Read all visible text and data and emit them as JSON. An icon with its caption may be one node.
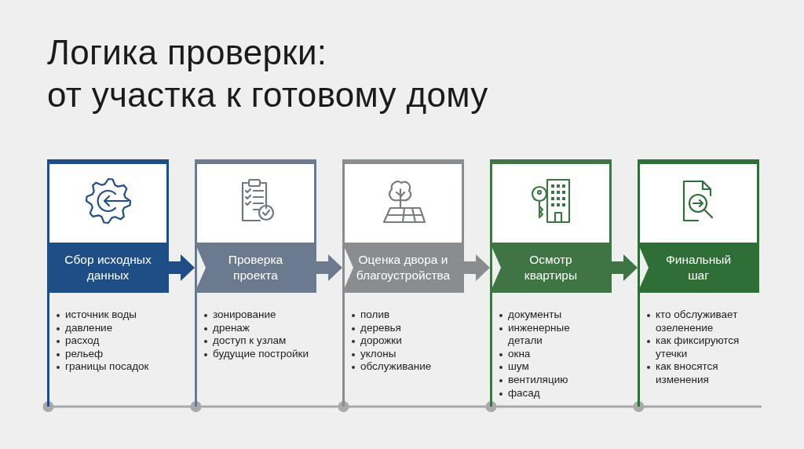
{
  "diagram": {
    "title": "Логика проверки: от участка к готовому дому",
    "nodes": [
      {
        "text": [
          "Сбор исходных данных",
          "источник воды",
          "давление",
          "расход",
          "рельеф",
          "границы посадок"
        ]
      },
      {
        "text": [
          "Проверка проекта",
          "зонирование",
          "дренаж",
          "доступ к узлам",
          "будущие постройки"
        ]
      },
      {
        "text": [
          "Оценка двора и благоустройства",
          "полив",
          "деревья",
          "дорожки",
          "уклоны",
          "обслуживание"
        ]
      },
      {
        "text": [
          "Осмотр квартиры",
          "документы",
          "инженерные детали",
          "окна",
          "шум",
          "вентиляцию",
          "фасад"
        ]
      },
      {
        "text": [
          "Финальный шаг",
          "кто обслуживает озеленение",
          "как фиксируются утечки",
          "как вносятся изменения"
        ]
      }
    ],
    "edges": [
      {
        "from": 0,
        "to": 1,
        "arrow": "to",
        "color": "#1f4e86"
      },
      {
        "from": 1,
        "to": 2,
        "arrow": "to",
        "color": "#6b7a8f"
      },
      {
        "from": 2,
        "to": 3,
        "arrow": "to",
        "color": "#8a8d8f"
      },
      {
        "from": 3,
        "to": 4,
        "arrow": "to",
        "color": "#3f7444"
      }
    ]
  }
}
